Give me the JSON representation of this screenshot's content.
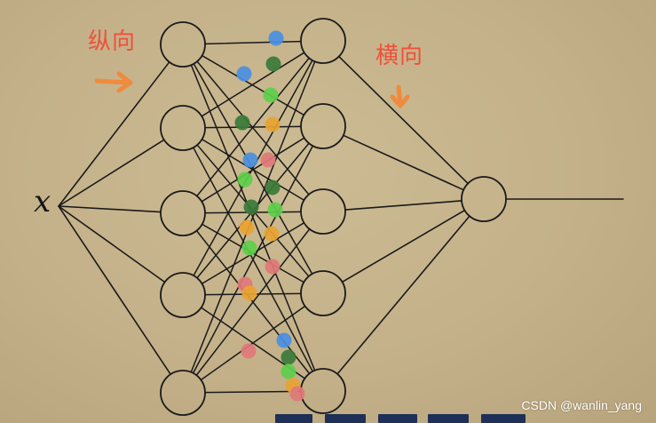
{
  "labels": {
    "vertical": "纵向",
    "horizontal": "横向",
    "input": "x"
  },
  "watermark": "CSDN @wanlin_yang",
  "colors": {
    "background": "#c6b48c",
    "line": "#1a1a1a",
    "label": "#f0503a",
    "arrow": "#f08a3c",
    "dot_blue": "#4a8fe0",
    "dot_darkgreen": "#3a7a3a",
    "dot_green": "#5ccf4a",
    "dot_orange": "#e8a332",
    "dot_pink": "#e07878"
  },
  "network": {
    "layers": [
      1,
      5,
      5,
      1
    ],
    "node_shape": "circle",
    "connections": "fully-connected"
  },
  "dots": [
    {
      "color": "dot_blue"
    },
    {
      "color": "dot_darkgreen"
    },
    {
      "color": "dot_blue"
    },
    {
      "color": "dot_green"
    },
    {
      "color": "dot_darkgreen"
    },
    {
      "color": "dot_orange"
    },
    {
      "color": "dot_blue"
    },
    {
      "color": "dot_pink"
    },
    {
      "color": "dot_green"
    },
    {
      "color": "dot_darkgreen"
    },
    {
      "color": "dot_darkgreen"
    },
    {
      "color": "dot_green"
    },
    {
      "color": "dot_orange"
    },
    {
      "color": "dot_orange"
    },
    {
      "color": "dot_green"
    },
    {
      "color": "dot_pink"
    },
    {
      "color": "dot_pink"
    },
    {
      "color": "dot_orange"
    },
    {
      "color": "dot_pink"
    },
    {
      "color": "dot_blue"
    },
    {
      "color": "dot_darkgreen"
    },
    {
      "color": "dot_green"
    },
    {
      "color": "dot_orange"
    },
    {
      "color": "dot_pink"
    }
  ]
}
